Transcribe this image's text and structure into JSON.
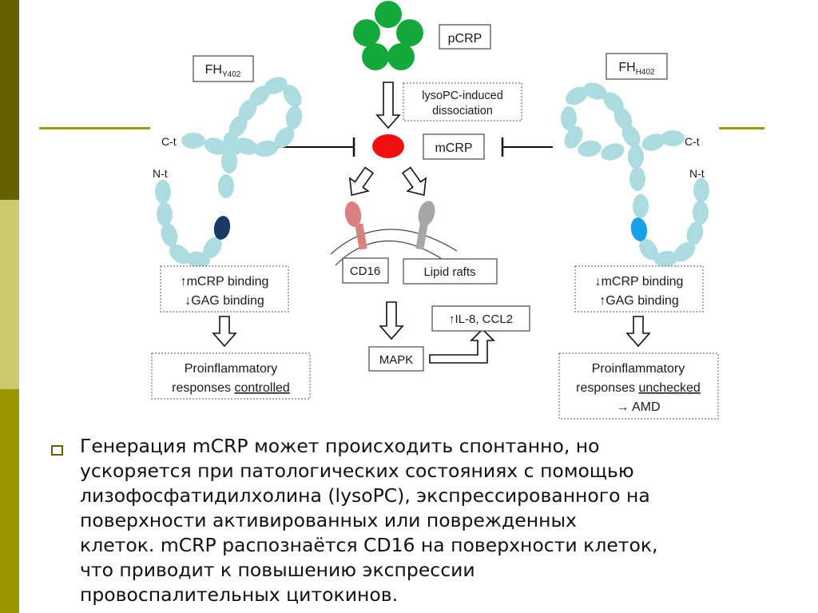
{
  "slide": {
    "accent_colors": {
      "bar_top": "#636000",
      "bar_middle": "#cbca6e",
      "bar_bottom": "#999600",
      "rule": "#999a12"
    }
  },
  "diagram": {
    "center": {
      "pcrp_label": "pCRP",
      "dissociation_label": [
        "lysoPC-induced",
        "dissociation"
      ],
      "mcrp_label": "mCRP",
      "cd16_label": "CD16",
      "lipid_rafts_label": "Lipid rafts",
      "mapk_label": "MAPK",
      "cytokines_label": "↑IL-8, CCL2",
      "colors": {
        "pcrp": "#14a83c",
        "mcrp": "#ee1111",
        "cd16": "#d98080",
        "lipid_raft": "#a6a6a6"
      }
    },
    "left": {
      "variant_main": "FH",
      "variant_sub": "Y402",
      "c_terminus": "C-t",
      "n_terminus": "N-t",
      "binding_lines": [
        "↑mCRP binding",
        "↓GAG binding"
      ],
      "outcome_line1": "Proinflammatory",
      "outcome_line2_prefix": "responses ",
      "outcome_line2_emph": "controlled",
      "domain_highlight_color": "#1b3a63"
    },
    "right": {
      "variant_main": "FH",
      "variant_sub": "H402",
      "c_terminus": "C-t",
      "n_terminus": "N-t",
      "binding_lines": [
        "↓mCRP binding",
        "↑GAG binding"
      ],
      "outcome_line1": "Proinflammatory",
      "outcome_line2_prefix": "responses ",
      "outcome_line2_emph": "unchecked",
      "outcome_line3": "→ AMD",
      "domain_highlight_color": "#1aa0e6"
    },
    "domain_color": "#acdbe0"
  },
  "body": {
    "lines": [
      "Генерация mCRP может происходить спонтанно, но",
      "ускоряется  при патологических состояниях с помощью",
      "лизофосфатидилхолина (lysoPC), экспрессированного на",
      "поверхности активированных или поврежденных",
      "клеток. mCRP распознаётся CD16 на поверхности клеток,",
      "что приводит к повышению экспрессии",
      "провоспалительных цитокинов."
    ]
  }
}
